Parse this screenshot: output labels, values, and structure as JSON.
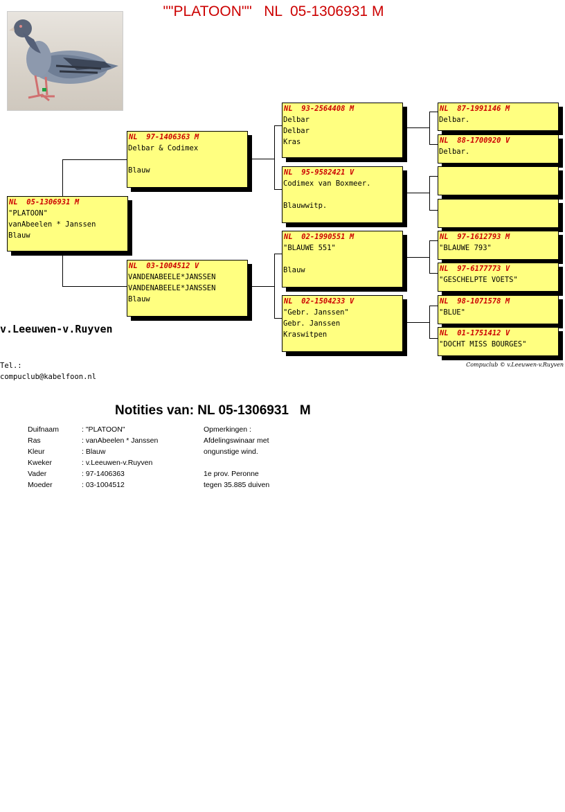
{
  "title": "\"\"PLATOON\"\"   NL  05-1306931 M",
  "pedigree": {
    "subject": {
      "ring": "NL  05-1306931 M",
      "lines": [
        "\"PLATOON\"",
        "vanAbeelen * Janssen",
        "Blauw"
      ]
    },
    "father": {
      "ring": "NL  97-1406363 M",
      "lines": [
        "Delbar & Codimex",
        "",
        "Blauw"
      ]
    },
    "mother": {
      "ring": "NL  03-1004512 V",
      "lines": [
        "VANDENABEELE*JANSSEN",
        "VANDENABEELE*JANSSEN",
        "Blauw"
      ]
    },
    "ff": {
      "ring": "NL  93-2564408 M",
      "lines": [
        "Delbar",
        "Delbar",
        "Kras"
      ]
    },
    "fm": {
      "ring": "NL  95-9582421 V",
      "lines": [
        "Codimex van Boxmeer.",
        "",
        "Blauwwitp."
      ]
    },
    "mf": {
      "ring": "NL  02-1990551 M",
      "lines": [
        "\"BLAUWE 551\"",
        "",
        "Blauw"
      ]
    },
    "mm": {
      "ring": "NL  02-1504233 V",
      "lines": [
        "\"Gebr. Janssen\"",
        "Gebr. Janssen",
        "Kraswitpen"
      ]
    },
    "fff": {
      "ring": "NL  87-1991146 M",
      "lines": [
        "Delbar."
      ]
    },
    "ffm": {
      "ring": "NL  88-1700920 V",
      "lines": [
        "Delbar."
      ]
    },
    "fmf": {
      "ring": "",
      "lines": []
    },
    "fmm": {
      "ring": "",
      "lines": []
    },
    "mff": {
      "ring": "NL  97-1612793 M",
      "lines": [
        "\"BLAUWE 793\""
      ]
    },
    "mfm": {
      "ring": "NL  97-6177773 V",
      "lines": [
        "\"GESCHELPTE VOETS\""
      ]
    },
    "mmf": {
      "ring": "NL  98-1071578 M",
      "lines": [
        "\"BLUE\""
      ]
    },
    "mmm": {
      "ring": "NL  01-1751412 V",
      "lines": [
        "\"DOCHT MISS BOURGES\""
      ]
    }
  },
  "breeder": "v.Leeuwen-v.Ruyven",
  "tel": "Tel.:",
  "email": "compuclub@kabelfoon.nl",
  "credit": "Compuclub © v.Leeuwen-v.Ruyven",
  "notes": {
    "title": "Notities van: NL 05-1306931   M",
    "rows": [
      {
        "key": "Duifnaam",
        "value": ": \"PLATOON\"",
        "remark": "Opmerkingen :"
      },
      {
        "key": "Ras",
        "value": ": vanAbeelen * Janssen",
        "remark": "Afdelingswinaar met"
      },
      {
        "key": "Kleur",
        "value": ": Blauw",
        "remark": "ongunstige wind."
      },
      {
        "key": "Kweker",
        "value": ": v.Leeuwen-v.Ruyven",
        "remark": ""
      },
      {
        "key": "Vader",
        "value": ": 97-1406363",
        "remark": "1e prov. Peronne"
      },
      {
        "key": "Moeder",
        "value": ": 03-1004512",
        "remark": "tegen 35.885 duiven"
      }
    ]
  }
}
